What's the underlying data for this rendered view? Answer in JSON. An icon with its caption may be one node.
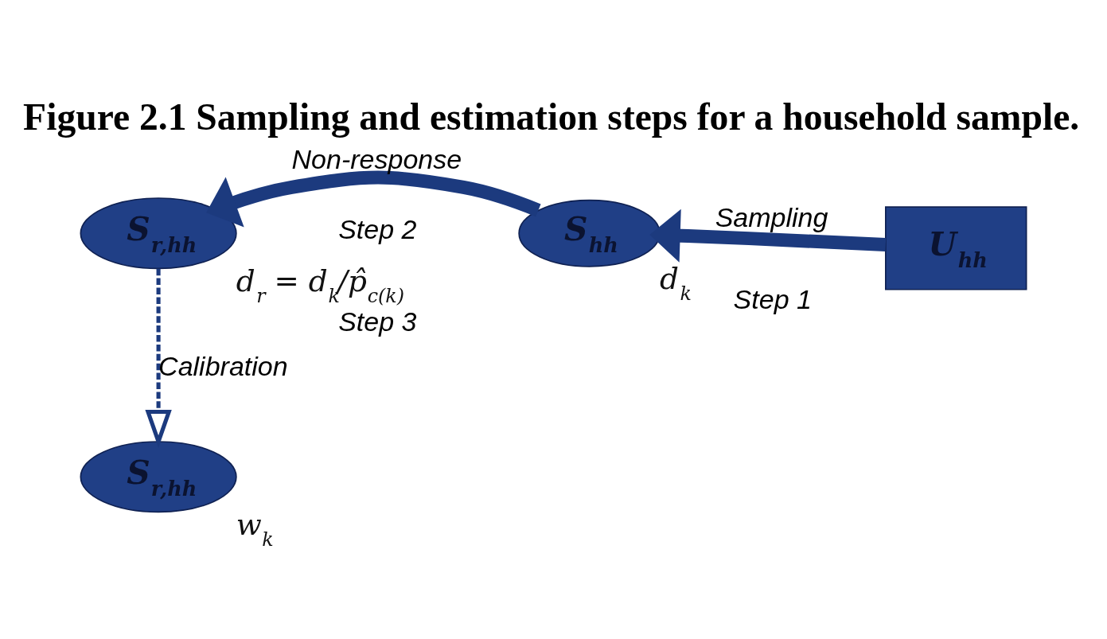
{
  "diagram": {
    "title": "Figure 2.1 Sampling and estimation steps for a household sample.",
    "nodes": [
      {
        "text": [
          "S$_{r,hh}$"
        ],
        "beside": [
          "d$_{r}$ = d$_{k}$/p̂$_{c(k)}$"
        ]
      },
      {
        "text": [
          "S$_{hh}$"
        ],
        "beside": [
          "d$_{k}$"
        ]
      },
      {
        "text": [
          "U$_{hh}$"
        ]
      },
      {
        "text": [
          "S$_{r,hh}$"
        ],
        "beside": [
          "w$_{k}$"
        ]
      }
    ],
    "edges": [
      {
        "from": 2,
        "to": 1,
        "arrow": "to",
        "label": "Sampling"
      },
      {
        "from": 1,
        "to": 0,
        "arrow": "to",
        "label": "Non-response"
      },
      {
        "from": 0,
        "to": 3,
        "arrow": "to",
        "label": "Calibration",
        "style": "dashed"
      }
    ],
    "labels": [
      "Step 2",
      "Step 1",
      "Step 3"
    ]
  }
}
